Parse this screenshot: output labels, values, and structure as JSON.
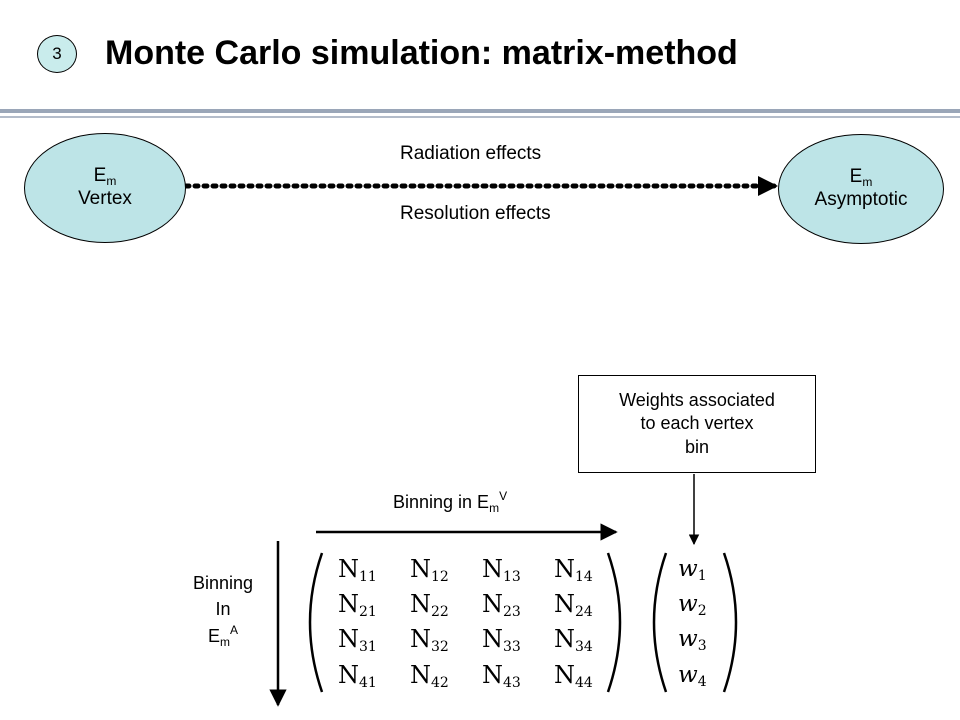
{
  "slide": {
    "number": "3",
    "title": "Monte Carlo simulation: matrix-method"
  },
  "nodes": {
    "vertex": {
      "symbol": "E",
      "subscript": "m",
      "label": "Vertex"
    },
    "asymptotic": {
      "symbol": "E",
      "subscript": "m",
      "label": "Asymptotic"
    }
  },
  "effects": {
    "radiation": "Radiation effects",
    "resolution": "Resolution effects"
  },
  "weights_box": {
    "line1": "Weights associated",
    "line2": "to each vertex",
    "line3": "bin"
  },
  "binning_vertex": {
    "prefix": "Binning in E",
    "subscript": "m",
    "superscript": "V"
  },
  "binning_asym": {
    "line1": "Binning",
    "line2": "In",
    "symbol": "E",
    "subscript": "m",
    "superscript": "A"
  },
  "matrix": {
    "symbol": "N",
    "rows": [
      [
        "11",
        "12",
        "13",
        "14"
      ],
      [
        "21",
        "22",
        "23",
        "24"
      ],
      [
        "31",
        "32",
        "33",
        "34"
      ],
      [
        "41",
        "42",
        "43",
        "44"
      ]
    ]
  },
  "weights_vector": {
    "symbol": "w",
    "indices": [
      "1",
      "2",
      "3",
      "4"
    ]
  },
  "colors": {
    "node_fill": "#bde4e7",
    "slide_num_fill": "#c9ecec",
    "divider": "#9aa6b8"
  }
}
